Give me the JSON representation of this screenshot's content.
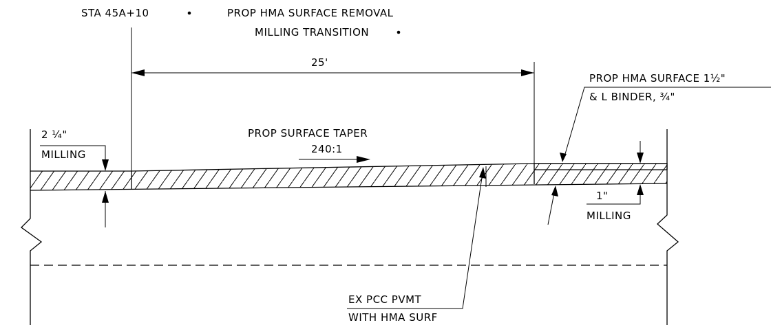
{
  "labels": {
    "station": "STA 45A+10",
    "removal_line1": "PROP HMA SURFACE REMOVAL",
    "removal_line2": "MILLING TRANSITION",
    "dimension_length": "25'",
    "surface_line1": "PROP HMA SURFACE 1½\"",
    "surface_line2": "& L BINDER, ¾\"",
    "milling_left_depth": "2 ¼\"",
    "milling_left_text": "MILLING",
    "taper_line1": "PROP SURFACE TAPER",
    "taper_line2": "240:1",
    "milling_right_depth": "1\"",
    "milling_right_text": "MILLING",
    "existing_line1": "EX PCC PVMT",
    "existing_line2": "WITH HMA SURF"
  }
}
